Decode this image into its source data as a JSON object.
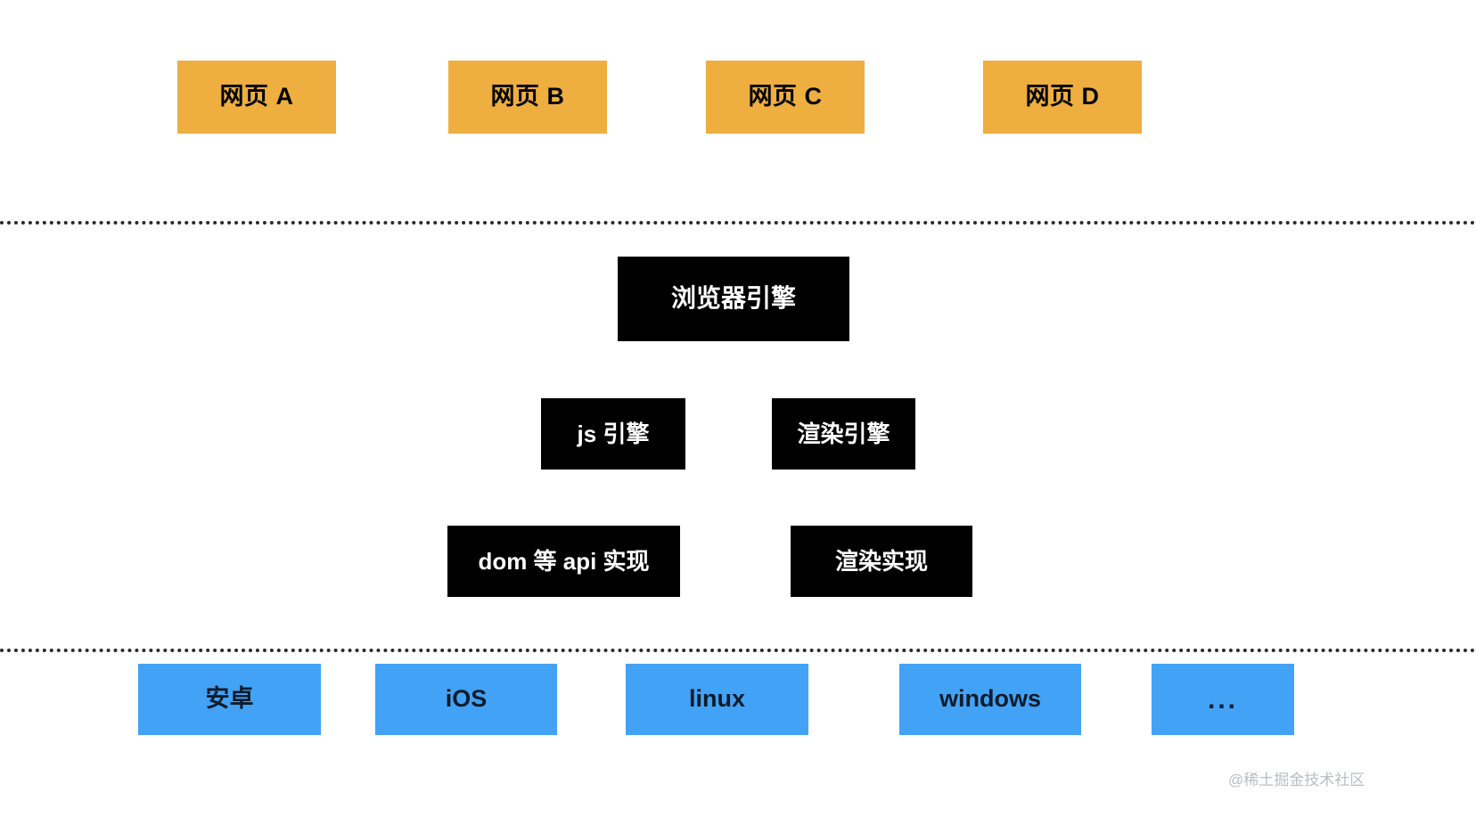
{
  "diagram": {
    "title": "Browser architecture layer diagram",
    "background_color": "#ffffff",
    "colors": {
      "web_page": "#eeae40",
      "engine": "#000000",
      "engine_text": "#ffffff",
      "os": "#42a2f6",
      "divider": "#2b2b2b",
      "watermark": "#b9bdc4"
    },
    "layers": {
      "web_pages": {
        "items": [
          {
            "label": "网页 A"
          },
          {
            "label": "网页 B"
          },
          {
            "label": "网页 C"
          },
          {
            "label": "网页 D"
          }
        ]
      },
      "browser_engine": {
        "root": {
          "label": "浏览器引擎"
        },
        "engines": [
          {
            "label": "js 引擎"
          },
          {
            "label": "渲染引擎"
          }
        ],
        "implementations": [
          {
            "label": "dom 等 api 实现"
          },
          {
            "label": "渲染实现"
          }
        ]
      },
      "operating_systems": {
        "items": [
          {
            "label": "安卓"
          },
          {
            "label": "iOS"
          },
          {
            "label": "linux"
          },
          {
            "label": "windows"
          },
          {
            "label": "..."
          }
        ]
      }
    },
    "watermark": "@稀土掘金技术社区"
  }
}
